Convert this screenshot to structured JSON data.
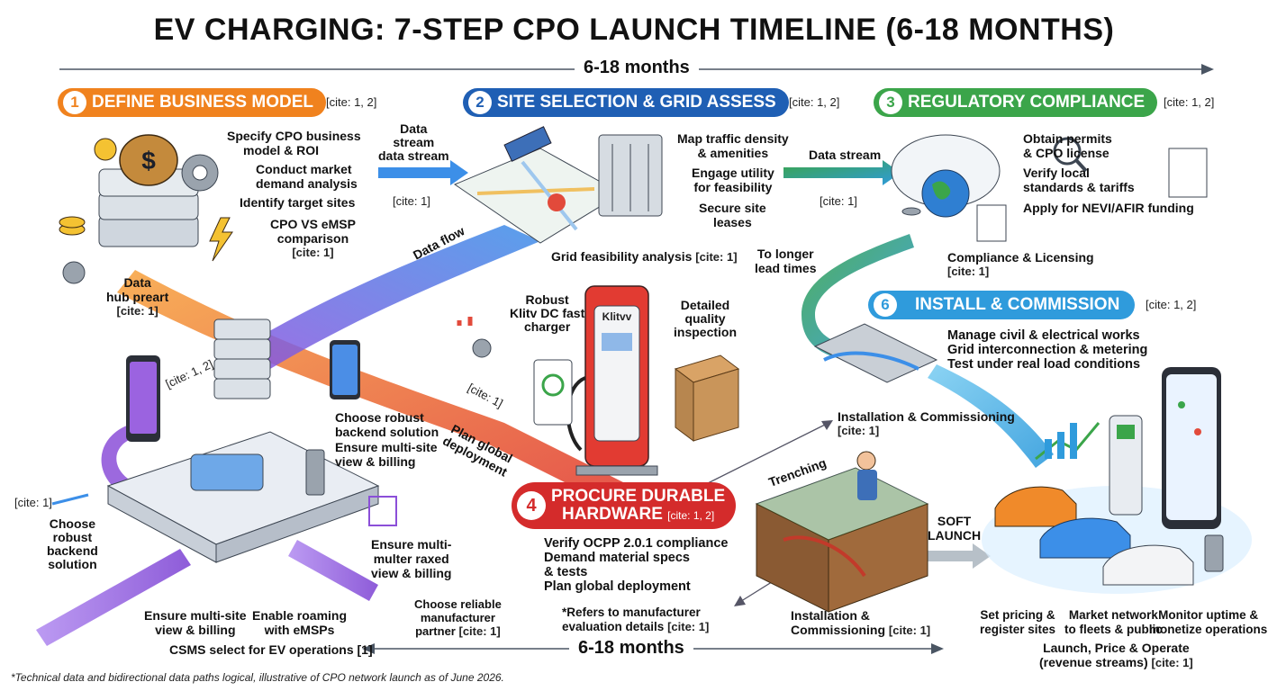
{
  "title": "EV CHARGING: 7-STEP CPO LAUNCH TIMELINE (6-18 MONTHS)",
  "timeline_top": "6-18 months",
  "timeline_bottom": "6-18 months",
  "footer": "*Technical data and bidirectional data paths logical, illustrative of CPO network launch as of June 2026.",
  "colors": {
    "step1": "#f0821e",
    "step2": "#1f5fb4",
    "step3": "#3ba54a",
    "step4": "#d42b2b",
    "step6": "#2f9bdc",
    "purple": "#8b4fd8"
  },
  "step1": {
    "num": "1",
    "label": "DEFINE BUSINESS MODEL",
    "cite": "[cite: 1, 2]",
    "bullets": [
      "Specify CPO business",
      "model & ROI",
      "Conduct market",
      "demand analysis",
      "Identify target sites",
      "CPO VS eMSP",
      "comparison"
    ],
    "bullet_cite": "[cite: 1]",
    "hub_label_1": "Data",
    "hub_label_2": "hub preart",
    "hub_cite": "[cite: 1]"
  },
  "step2": {
    "num": "2",
    "label": "SITE SELECTION & GRID ASSESS",
    "cite": "[cite: 1, 2]",
    "bullets": [
      "Map traffic density",
      "& amenities",
      "Engage utility",
      "for feasibility",
      "Secure site",
      "leases"
    ],
    "grid_note": "Grid feasibility analysis",
    "grid_cite": "[cite: 1]",
    "stream_1": "Data",
    "stream_2": "stream",
    "stream_3": "data stream",
    "stream_cite": "[cite: 1]",
    "lead_1": "To longer",
    "lead_2": "lead times"
  },
  "step3": {
    "num": "3",
    "label": "REGULATORY COMPLIANCE",
    "cite": "[cite: 1, 2]",
    "bullets": [
      "Obtain permits",
      "& CPO license",
      "Verify local",
      "standards & tariffs",
      "Apply for NEVI/AFIR funding"
    ],
    "stream": "Data stream",
    "stream_cite": "[cite: 1]",
    "licensing": "Compliance & Licensing",
    "licensing_cite": "[cite: 1]"
  },
  "step4": {
    "num": "4",
    "label_1": "PROCURE DURABLE",
    "label_2": "HARDWARE",
    "cite": "[cite: 1, 2]",
    "bullets": [
      "Verify OCPP 2.0.1 compliance",
      "Demand material specs",
      "& tests",
      "Plan global deployment"
    ],
    "refers_1": "*Refers to manufacturer",
    "refers_2": "evaluation details",
    "refers_cite": "[cite: 1]",
    "reliable_1": "Choose reliable",
    "reliable_2": "manufacturer",
    "reliable_3": "partner",
    "reliable_cite": "[cite: 1]",
    "charger_1": "Robust",
    "charger_2": "Klitv DC fast",
    "charger_3": "charger",
    "charger_brand": "Klitvv",
    "inspect_1": "Detailed",
    "inspect_2": "quality",
    "inspect_3": "inspection",
    "plan_1": "Plan global",
    "plan_2": "deployment",
    "side_cite": "[cite: 1]"
  },
  "step5": {
    "backend_1": "Choose robust",
    "backend_2": "backend solution",
    "multisite_1": "Ensure multi-site",
    "multisite_2": "view & billing",
    "left_1": "Choose",
    "left_2": "robust",
    "left_3": "backend",
    "left_4": "solution",
    "left_cite": "[cite: 1]",
    "multer_1": "Ensure multi-",
    "multer_2": "multer raxed",
    "multer_3": "view & billing",
    "bottom_multisite_1": "Ensure multi-site",
    "bottom_multisite_2": "view & billing",
    "roaming_1": "Enable roaming",
    "roaming_2": "with eMSPs",
    "csms": "CSMS select for EV operations [1]",
    "phone_cite": "[cite: 1, 2]",
    "data_flow": "Data flow"
  },
  "step6": {
    "num": "6",
    "label": "INSTALL & COMMISSION",
    "cite": "[cite: 1, 2]",
    "bullets": [
      "Manage civil & electrical works",
      "Grid interconnection & metering",
      "Test under real load conditions"
    ],
    "install_title": "Installation & Commissioning",
    "install_cite": "[cite: 1]",
    "trenching": "Trenching",
    "bottom_1": "Installation &",
    "bottom_2": "Commissioning",
    "bottom_cite": "[cite: 1]"
  },
  "step7": {
    "soft_1": "SOFT",
    "soft_2": "LAUNCH",
    "pricing_1": "Set pricing &",
    "pricing_2": "register sites",
    "market_1": "Market network",
    "market_2": "to fleets & public",
    "monitor_1": "Monitor uptime &",
    "monitor_2": "monetize operations",
    "launch_1": "Launch, Price & Operate",
    "launch_2": "(revenue streams)",
    "launch_cite": "[cite: 1]"
  }
}
